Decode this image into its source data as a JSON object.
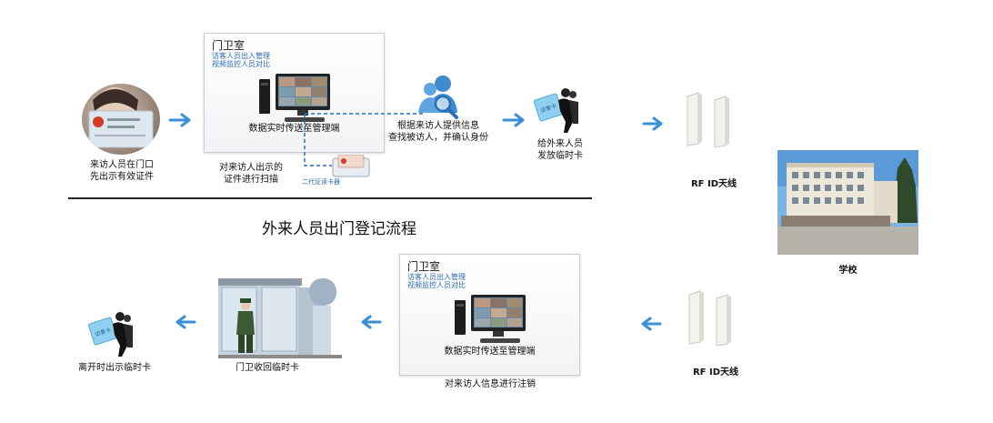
{
  "title": "外来人员出门登记流程",
  "top_box": {
    "title": "门卫室",
    "line1": "访客人员出入管理",
    "line2": "视频监控人员对比",
    "caption": "数据实时传送至管理端"
  },
  "bottom_box": {
    "title": "门卫室",
    "line1": "访客人员出入管理",
    "line2": "视频监控人员对比",
    "caption": "数据实时传送至管理端"
  },
  "steps": {
    "visitor_id": "来访人员在门口\n先出示有效证件",
    "scan": "对来访人出示的\n证件进行扫描",
    "card_reader": "二代证读卡器",
    "search": "根据来访人提供信息\n查找被访人，并确认身份",
    "issue_card": "给外来人员\n发放临时卡",
    "rfid_top": "RF ID天线",
    "school": "学校",
    "rfid_bottom": "RF ID天线",
    "cancel": "对来访人信息进行注销",
    "collect": "门卫收回临时卡",
    "leave": "离开时出示临时卡"
  },
  "card_text": "访客卡",
  "colors": {
    "arrow": "#3a8fd8",
    "accent": "#2a6fb3",
    "dashed_line": "#2a6fb3"
  }
}
